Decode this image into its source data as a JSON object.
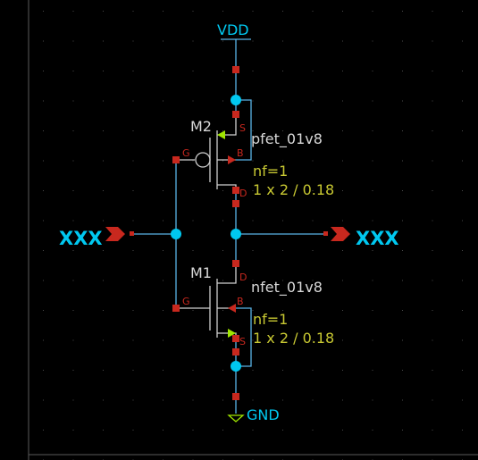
{
  "labels": {
    "vdd": "VDD",
    "gnd": "GND",
    "input_port": "XXX",
    "output_port": "XXX"
  },
  "pmos": {
    "name": "M2",
    "model": "pfet_01v8",
    "nf": "nf=1",
    "size": "1 x 2 / 0.18",
    "pins": {
      "gate": "G",
      "source": "S",
      "drain": "D",
      "body": "B"
    }
  },
  "nmos": {
    "name": "M1",
    "model": "nfet_01v8",
    "nf": "nf=1",
    "size": "1 x 2 / 0.18",
    "pins": {
      "gate": "G",
      "source": "S",
      "drain": "D",
      "body": "B"
    }
  },
  "colors": {
    "background": "#000000",
    "grid_dot": "#4a4a4a",
    "wire": "#5ab4e6",
    "junction": "#00c8f0",
    "pin_square": "#c8281e",
    "device": "#cfcfcf",
    "arrow": "#a0e600",
    "body_arrow": "#c8281e",
    "net_label": "#00c8f0",
    "device_label": "#d8d8d8",
    "param_label": "#c8c832",
    "pin_label": "#c8281e",
    "port": "#c8281e",
    "gnd_symbol": "#a0e600",
    "border": "#5a5a5a"
  }
}
